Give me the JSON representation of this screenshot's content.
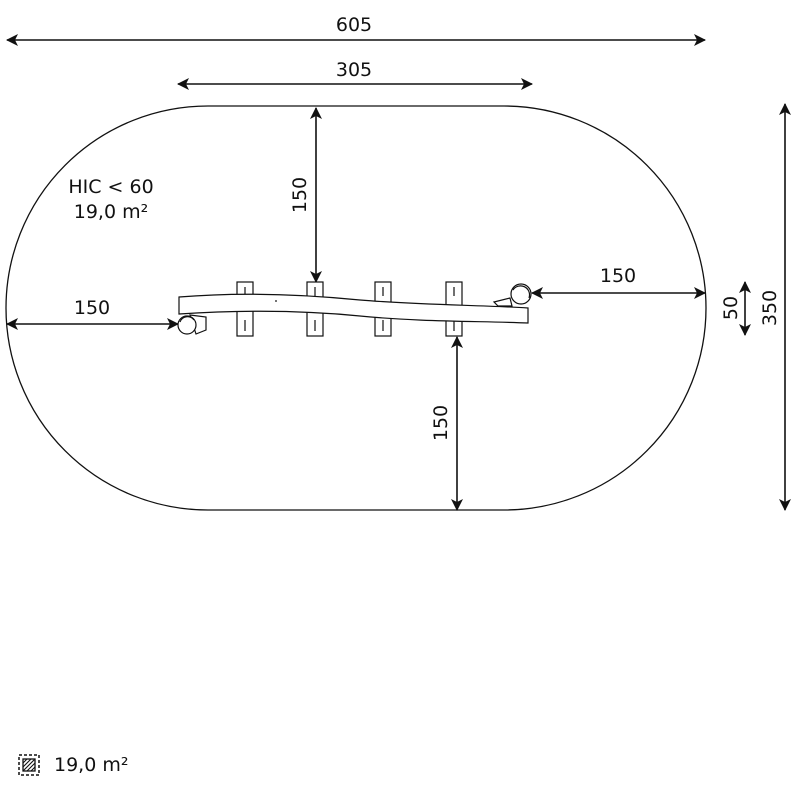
{
  "dimensions": {
    "overall_width": "605",
    "inner_width": "305",
    "top_clearance": "150",
    "left_clearance": "150",
    "right_clearance": "150",
    "bottom_clearance": "150",
    "equipment_depth": "50",
    "overall_depth": "350"
  },
  "area_label": {
    "hic": "HIC < 60",
    "area": "19,0 m²"
  },
  "legend": {
    "icon": "hatched-square-icon",
    "text": "19,0 m²"
  },
  "colors": {
    "line": "#111111",
    "background": "#ffffff"
  }
}
